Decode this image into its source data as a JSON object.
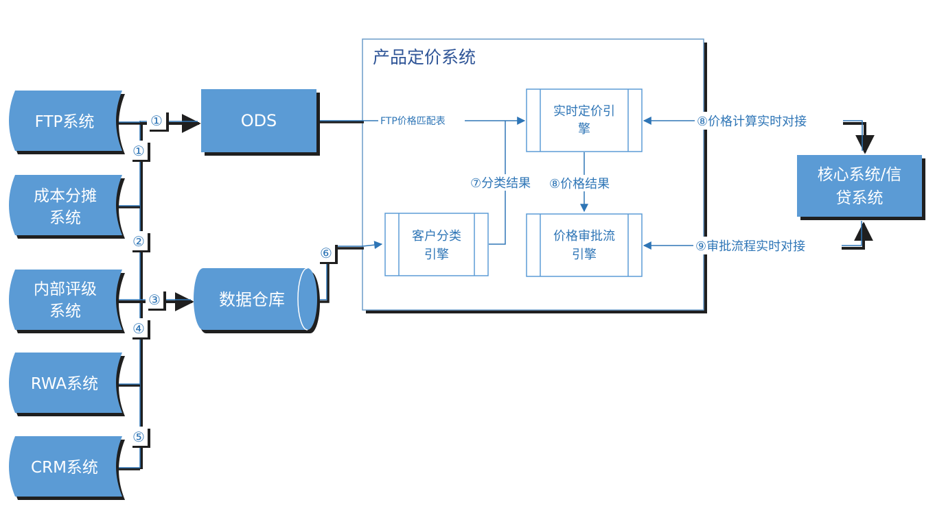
{
  "colors": {
    "node_fill": "#5b9bd5",
    "node_shadow": "#1f1f1f",
    "line": "#2e75b6",
    "text_blue": "#2e75b6",
    "container_border": "#6a9bc8"
  },
  "sources": [
    {
      "id": "ftp",
      "lines": [
        "FTP系统"
      ]
    },
    {
      "id": "cost",
      "lines": [
        "成本分摊",
        "系统"
      ]
    },
    {
      "id": "rating",
      "lines": [
        "内部评级",
        "系统"
      ]
    },
    {
      "id": "rwa",
      "lines": [
        "RWA系统"
      ]
    },
    {
      "id": "crm",
      "lines": [
        "CRM系统"
      ]
    }
  ],
  "ods": {
    "label": "ODS"
  },
  "warehouse": {
    "label": "数据仓库"
  },
  "pricing_system": {
    "title": "产品定价系统",
    "engines": {
      "realtime": {
        "lines": [
          "实时定价引",
          "擎"
        ]
      },
      "classify": {
        "lines": [
          "客户分类",
          "引擎"
        ]
      },
      "approval": {
        "lines": [
          "价格审批流",
          "引擎"
        ]
      }
    }
  },
  "core": {
    "lines": [
      "核心系统/信",
      "贷系统"
    ]
  },
  "badges": {
    "b1a": "①",
    "b1b": "①",
    "b2": "②",
    "b3": "③",
    "b4": "④",
    "b5": "⑤",
    "b6": "⑥"
  },
  "edge_labels": {
    "ftp_table": "FTP价格匹配表",
    "classify_result": "⑦分类结果",
    "price_result": "⑧价格结果",
    "calc_realtime": "⑧价格计算实时对接",
    "approval_realtime": "⑨审批流程实时对接"
  }
}
